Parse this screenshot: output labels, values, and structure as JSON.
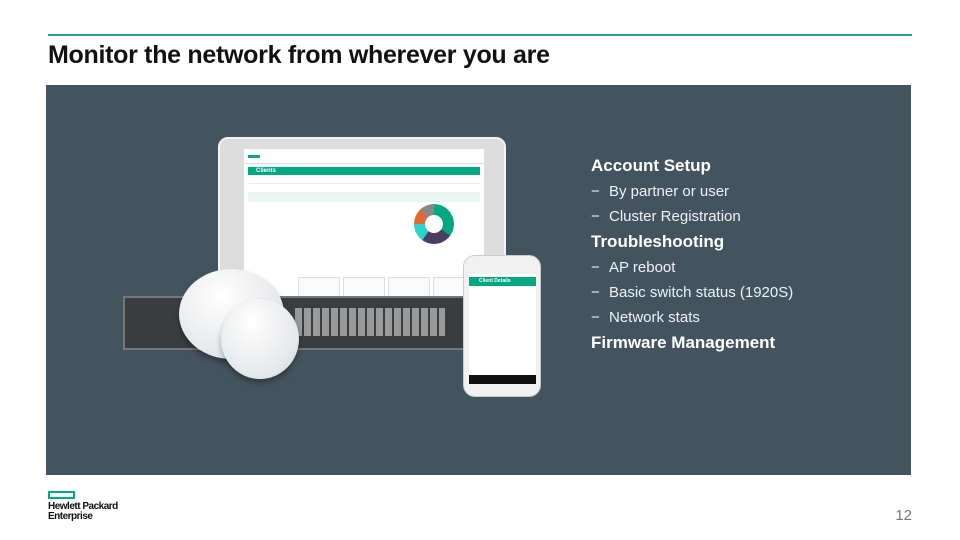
{
  "slide": {
    "title": "Monitor the network from wherever you are",
    "page_number": "12",
    "accent_color": "#2aa38a",
    "panel_color": "#44545f"
  },
  "sections": [
    {
      "heading": "Account Setup",
      "items": [
        "By partner or user",
        "Cluster Registration"
      ]
    },
    {
      "heading": "Troubleshooting",
      "items": [
        "AP reboot",
        "Basic switch status (1920S)",
        "Network stats"
      ]
    },
    {
      "heading": "Firmware Management",
      "items": []
    }
  ],
  "bullet": "−",
  "logo": {
    "line1": "Hewlett Packard",
    "line2": "Enterprise"
  },
  "devices": {
    "tablet_header": "Clients",
    "phone_header": "Client Details"
  }
}
